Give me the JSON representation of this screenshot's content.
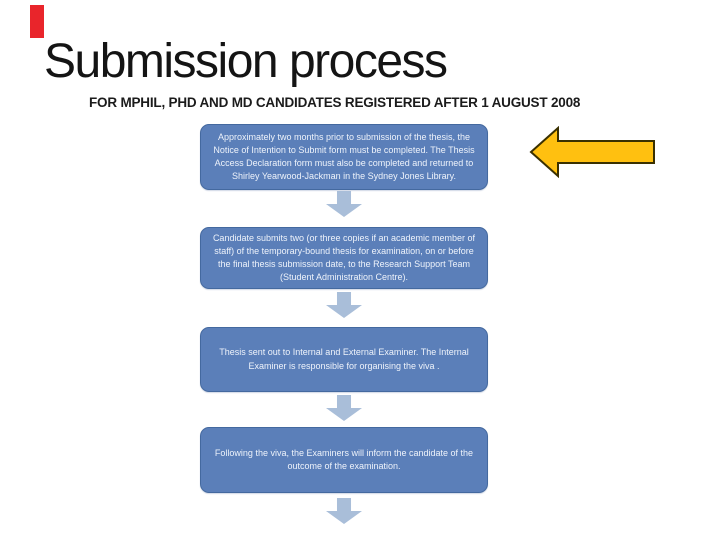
{
  "slide": {
    "title": "Submission process",
    "subtitle": "FOR MPHIL, PHD AND MD CANDIDATES REGISTERED AFTER 1 AUGUST 2008"
  },
  "flowchart": {
    "steps": [
      {
        "text": "Approximately two months prior to submission of the thesis, the Notice of Intention to Submit form must be completed.  The Thesis Access Declaration form must also be completed and returned to Shirley Yearwood-Jackman in the Sydney Jones Library."
      },
      {
        "text": "Candidate submits two (or three copies if an academic member of staff) of the temporary-bound thesis for examination, on or before the final thesis submission date, to the Research Support Team (Student Administration Centre)."
      },
      {
        "text": "Thesis sent out to Internal and External Examiner.  The Internal Examiner  is responsible for organising the viva ."
      },
      {
        "text": "Following the viva, the Examiners will inform the candidate of the outcome of the examination."
      }
    ],
    "connector_icon": "down-arrow",
    "highlight_icon": "left-block-arrow"
  },
  "colors": {
    "box_fill": "#5b7fb9",
    "box_border": "#44699f",
    "box_text": "#eef3fb",
    "connector_fill": "#a9bed9",
    "highlight_arrow_fill": "#ffc010",
    "highlight_arrow_stroke": "#3a3000",
    "red_bar": "#e9252b"
  }
}
